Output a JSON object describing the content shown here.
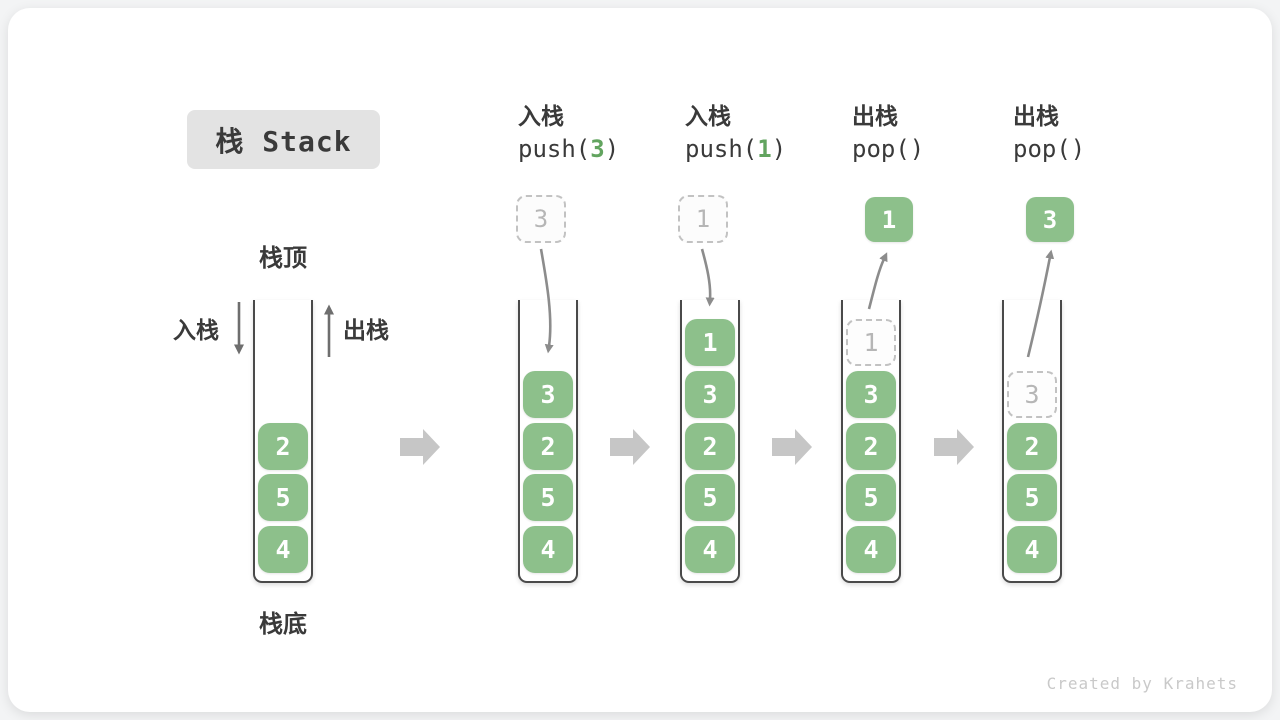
{
  "title": "栈 Stack",
  "credit": "Created by Krahets",
  "colors": {
    "box_green": "#8dc08b",
    "arg_green": "#62a45f",
    "ink": "#3a3a3a",
    "title_bg": "#e3e3e3",
    "block_arrow": "#c6c6c6",
    "curve_arrow": "#8c8c8c",
    "flow_arrow": "#6e6e6e",
    "ghost_border": "#c2c2c2",
    "ghost_text": "#b6b6b6"
  },
  "left_stack": {
    "top_label": "栈顶",
    "bottom_label": "栈底",
    "push_label": "入栈",
    "pop_label": "出栈",
    "items": [
      "2",
      "5",
      "4"
    ]
  },
  "operations": [
    {
      "label": "入栈",
      "code": [
        {
          "text": "push(",
          "green": false
        },
        {
          "text": "3",
          "green": true
        },
        {
          "text": ")",
          "green": false
        }
      ],
      "incoming_ghost": "3",
      "popped_value": null,
      "slots": [
        {
          "value": "3",
          "ghost": false
        },
        {
          "value": "2",
          "ghost": false
        },
        {
          "value": "5",
          "ghost": false
        },
        {
          "value": "4",
          "ghost": false
        }
      ]
    },
    {
      "label": "入栈",
      "code": [
        {
          "text": "push(",
          "green": false
        },
        {
          "text": "1",
          "green": true
        },
        {
          "text": ")",
          "green": false
        }
      ],
      "incoming_ghost": "1",
      "popped_value": null,
      "slots": [
        {
          "value": "1",
          "ghost": false
        },
        {
          "value": "3",
          "ghost": false
        },
        {
          "value": "2",
          "ghost": false
        },
        {
          "value": "5",
          "ghost": false
        },
        {
          "value": "4",
          "ghost": false
        }
      ]
    },
    {
      "label": "出栈",
      "code": [
        {
          "text": "pop()",
          "green": false
        }
      ],
      "incoming_ghost": null,
      "popped_value": "1",
      "slots": [
        {
          "value": "1",
          "ghost": true
        },
        {
          "value": "3",
          "ghost": false
        },
        {
          "value": "2",
          "ghost": false
        },
        {
          "value": "5",
          "ghost": false
        },
        {
          "value": "4",
          "ghost": false
        }
      ]
    },
    {
      "label": "出栈",
      "code": [
        {
          "text": "pop()",
          "green": false
        }
      ],
      "incoming_ghost": null,
      "popped_value": "3",
      "slots": [
        {
          "value": "3",
          "ghost": true
        },
        {
          "value": "2",
          "ghost": false
        },
        {
          "value": "5",
          "ghost": false
        },
        {
          "value": "4",
          "ghost": false
        }
      ]
    }
  ]
}
